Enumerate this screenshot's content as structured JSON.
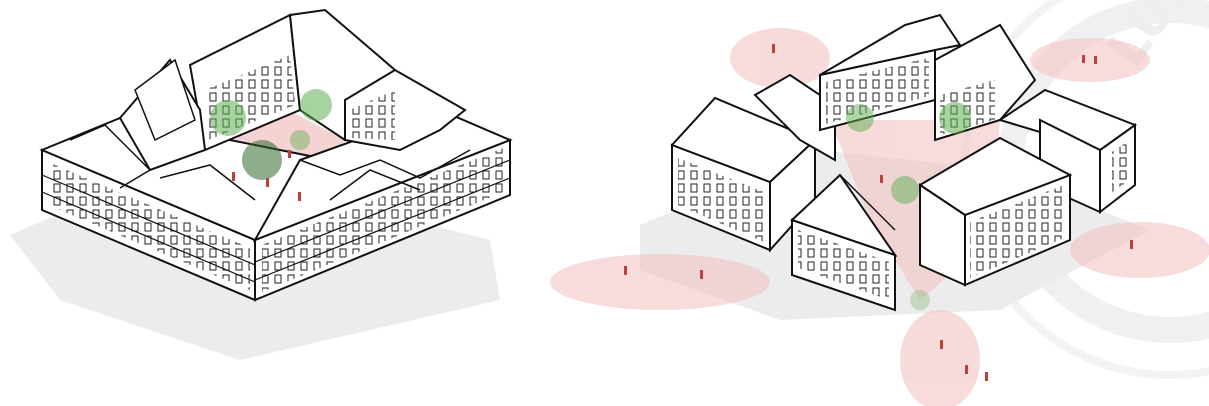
{
  "watermark": {
    "text": "LUX",
    "color": "#ebebeb"
  },
  "palette": {
    "line": "#111111",
    "wall": "#ffffff",
    "shadow": "#ececec",
    "pink_zone": "#f3c4c4",
    "pink_zone_alpha": 0.55,
    "tree_green": "#5fae52",
    "tree_dark": "#2f6a2f",
    "person": "#b8433c"
  },
  "scenes": [
    {
      "name": "closed-perimeter-block",
      "description_visible": false
    },
    {
      "name": "open-dispersed-block",
      "description_visible": false
    }
  ]
}
